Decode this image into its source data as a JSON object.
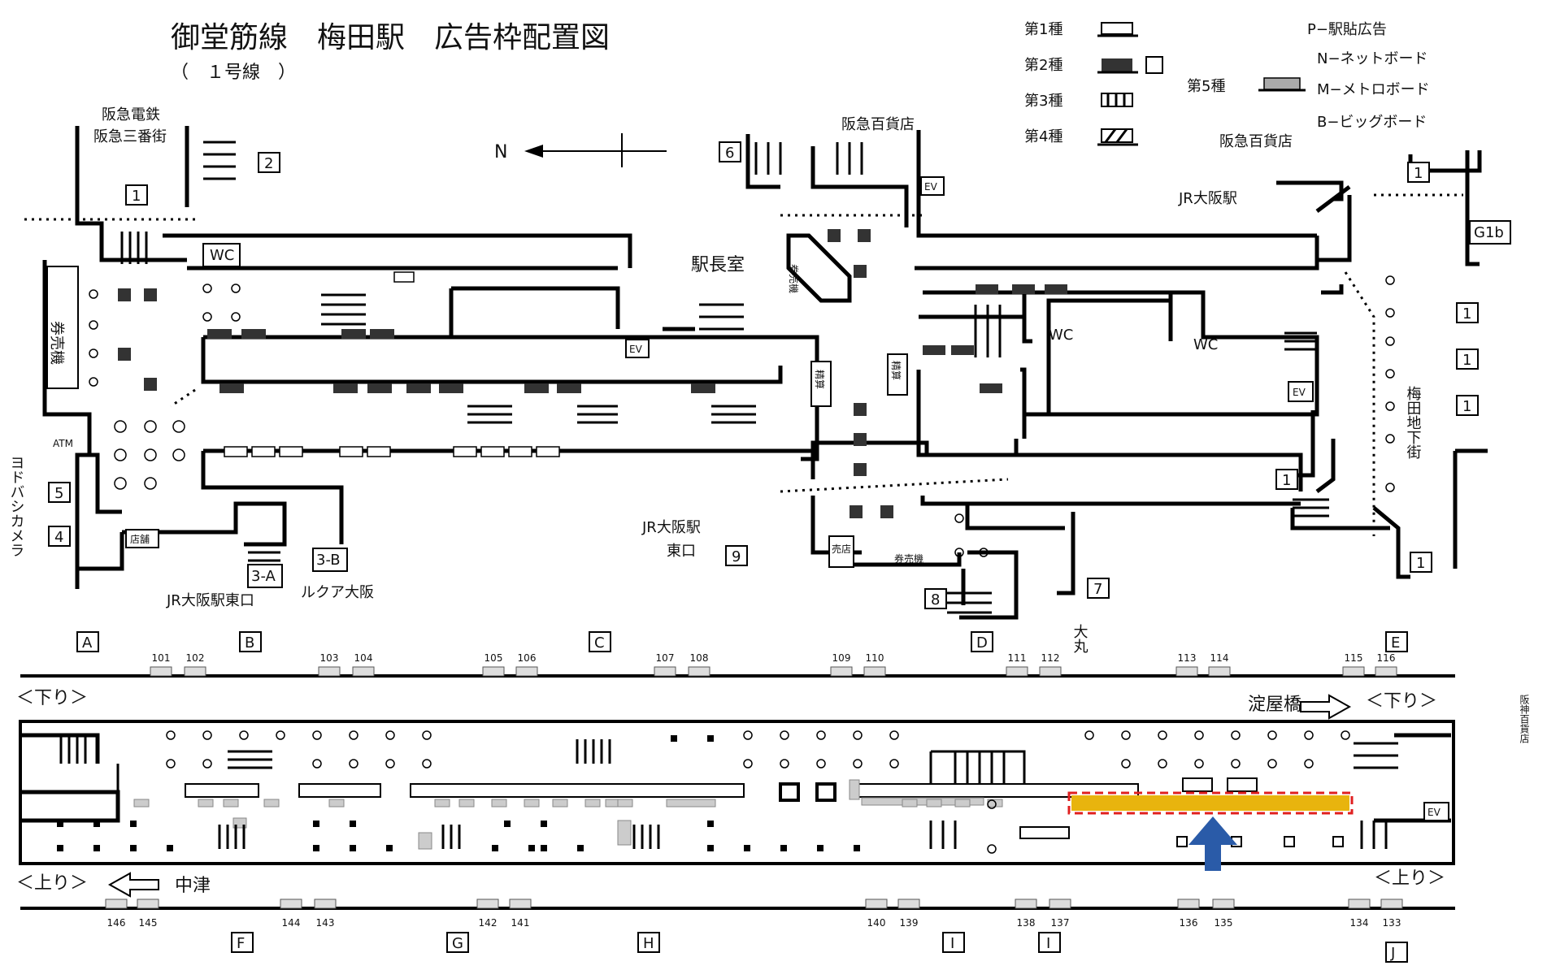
{
  "title": {
    "main": "御堂筋線　梅田駅　広告枠配置図",
    "sub": "（　１号線　）"
  },
  "compass": {
    "label": "N"
  },
  "legend": {
    "types": [
      {
        "label": "第1種",
        "symbol": "white-board"
      },
      {
        "label": "第2種",
        "symbol": "dark-board"
      },
      {
        "label": "第3種",
        "symbol": "striped-board"
      },
      {
        "label": "第4種",
        "symbol": "hatched-board"
      },
      {
        "label": "第5種",
        "symbol": "grey-board"
      }
    ],
    "codes": [
      "P−駅貼広告",
      "N−ネットボード",
      "M−メトロボード",
      "B−ビッグボード"
    ]
  },
  "places": {
    "hankyu_densha": "阪急電鉄",
    "hankyu_sanbangai": "阪急三番街",
    "hankyu_hyakkaten_1": "阪急百貨店",
    "hankyu_hyakkaten_2": "阪急百貨店",
    "jr_osaka": "JR大阪駅",
    "jr_osaka_east": "JR大阪駅",
    "east_exit": "東口",
    "jr_osaka_east_exit": "JR大阪駅東口",
    "lucua": "ルクア大阪",
    "umeda_chikagai": "梅田地下街",
    "yodobashi": "ヨドバシカメラ",
    "hanshin": "阪神百貨店",
    "daimaru": "大丸",
    "ekichoshitsu": "駅長室",
    "wc": "WC",
    "ev": "EV",
    "atm": "ATM",
    "kenbaiki": "券売機",
    "seisan": "精算",
    "baiten": "売店",
    "tenpo": "店舗",
    "g1b": "G1b"
  },
  "exits": [
    "1",
    "2",
    "3-A",
    "3-B",
    "4",
    "5",
    "6",
    "7",
    "8",
    "9"
  ],
  "platform": {
    "down_label": "＜下り＞",
    "up_label": "＜上り＞",
    "yodoyabashi": "淀屋橋",
    "nakatsu": "中津",
    "sections_top": [
      "A",
      "B",
      "C",
      "D",
      "E"
    ],
    "sections_bottom": [
      "F",
      "G",
      "H",
      "I",
      "I",
      "J"
    ],
    "top_boards": [
      "101",
      "102",
      "103",
      "104",
      "105",
      "106",
      "107",
      "108",
      "109",
      "110",
      "111",
      "112",
      "113",
      "114",
      "115",
      "116"
    ],
    "bottom_boards": [
      "146",
      "145",
      "144",
      "143",
      "142",
      "141",
      "140",
      "139",
      "138",
      "137",
      "136",
      "135",
      "134",
      "133"
    ]
  },
  "highlight": {
    "color": "#e8b40e",
    "border": "#e02020",
    "arrow_color": "#2a5ba8"
  }
}
